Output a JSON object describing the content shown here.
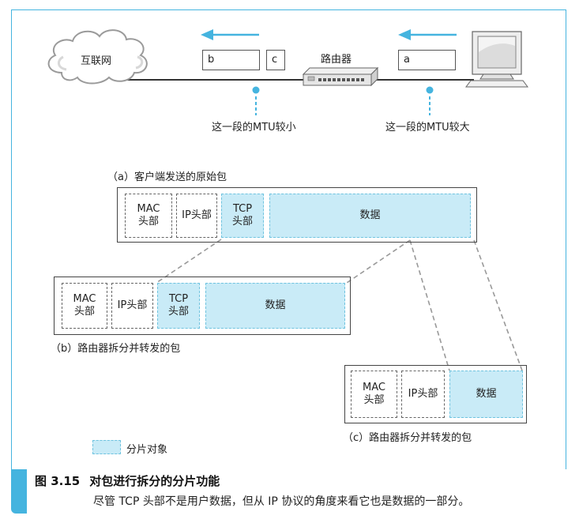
{
  "top": {
    "internet": "互联网",
    "router": "路由器",
    "packet_b": "b",
    "packet_c": "c",
    "packet_a": "a",
    "mtu_small": "这一段的MTU较小",
    "mtu_large": "这一段的MTU较大"
  },
  "packet_a": {
    "label": "（a）客户端发送的原始包",
    "mac": "MAC\n头部",
    "ip": "IP头部",
    "tcp": "TCP\n头部",
    "data": "数据"
  },
  "packet_b": {
    "label": "（b）路由器拆分并转发的包",
    "mac": "MAC\n头部",
    "ip": "IP头部",
    "tcp": "TCP\n头部",
    "data": "数据"
  },
  "packet_c": {
    "label": "（c）路由器拆分并转发的包",
    "mac": "MAC\n头部",
    "ip": "IP头部",
    "data": "数据"
  },
  "legend": {
    "fragment": "分片对象"
  },
  "caption": {
    "number": "图 3.15",
    "title": "对包进行拆分的分片功能",
    "description": "尽管 TCP 头部不是用户数据，但从 IP 协议的角度来看它也是数据的一部分。"
  },
  "colors": {
    "accent": "#45b4df",
    "fragment_fill": "#c9ebf7"
  }
}
